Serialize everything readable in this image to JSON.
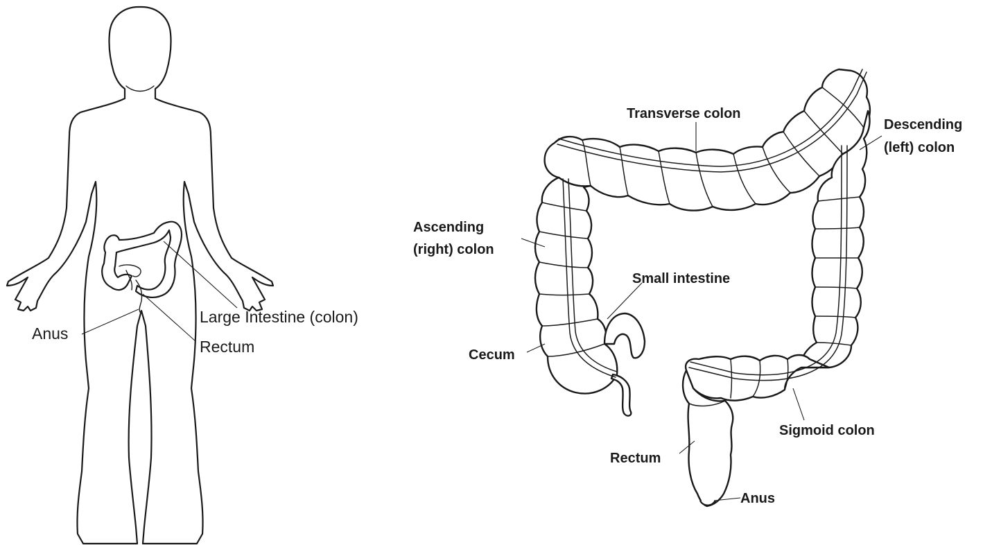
{
  "body_figure": {
    "labels": {
      "anus": "Anus",
      "rectum": "Rectum",
      "large_intestine": "Large Intestine (colon)"
    }
  },
  "colon_figure": {
    "labels": {
      "transverse_colon": "Transverse colon",
      "descending_colon_line1": "Descending",
      "descending_colon_line2": "(left) colon",
      "ascending_colon_line1": "Ascending",
      "ascending_colon_line2": "(right) colon",
      "small_intestine": "Small intestine",
      "cecum": "Cecum",
      "sigmoid_colon": "Sigmoid colon",
      "rectum": "Rectum",
      "anus": "Anus"
    }
  }
}
